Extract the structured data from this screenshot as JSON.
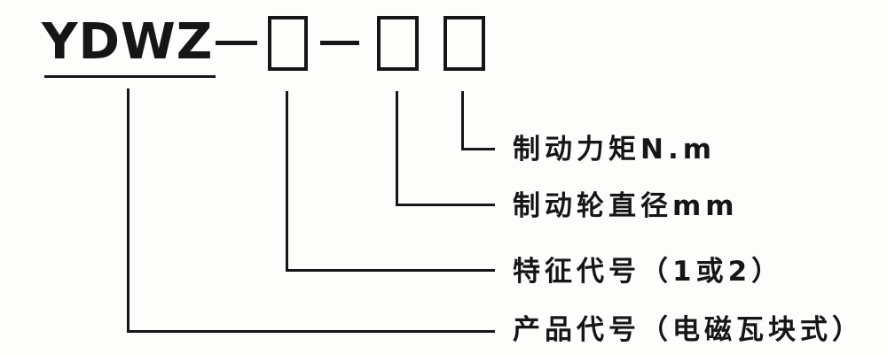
{
  "diagram": {
    "model_code": {
      "prefix": "YDWZ",
      "separator": "—",
      "digit_boxes": 3
    },
    "callout_labels": [
      "制动力矩N.m",
      "制动轮直径mm",
      "特征代号（1或2）",
      "产品代号（电磁瓦块式）"
    ],
    "colors": {
      "ink": "#161616",
      "background": "#fdfdfb"
    }
  }
}
